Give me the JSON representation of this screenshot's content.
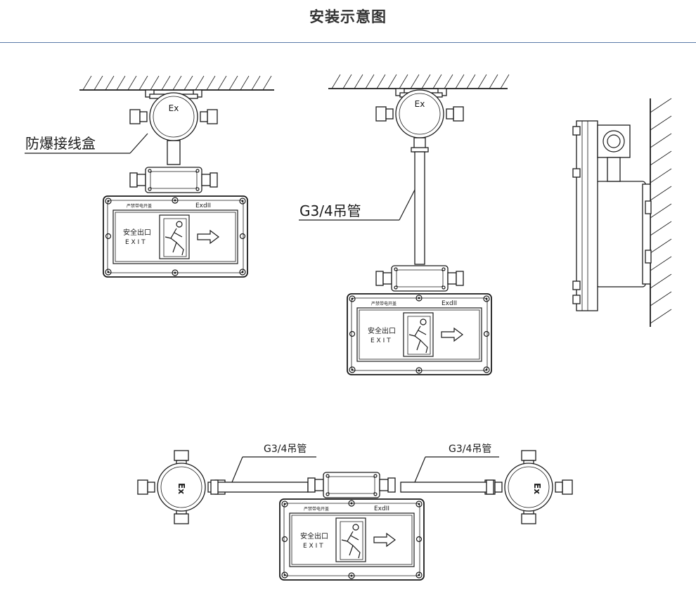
{
  "title": "安装示意图",
  "labels": {
    "junction_box": "防爆接线盒",
    "pipe_main": "G3/4吊管",
    "pipe_left": "G3/4吊管",
    "pipe_right": "G3/4吊管",
    "ex_mark": "Ex"
  },
  "sign": {
    "warning": "严禁带电开盖",
    "rating": "ExdII",
    "text_cn": "安全出口",
    "text_en": "E X I T"
  },
  "colors": {
    "title_rule": "#5b7ba8",
    "ink": "#1a1a1a",
    "title_text": "#333333"
  }
}
